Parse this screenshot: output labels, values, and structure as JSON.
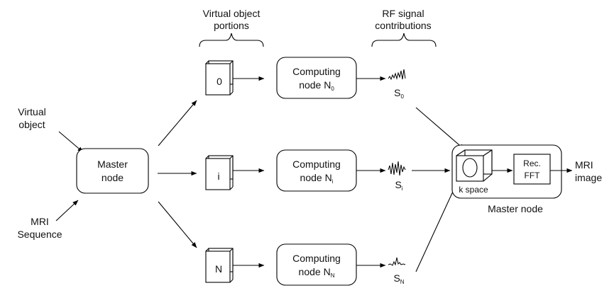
{
  "headers": {
    "portions_line1": "Virtual object",
    "portions_line2": "portions",
    "rf_line1": "RF signal",
    "rf_line2": "contributions"
  },
  "inputs": {
    "virtual_line1": "Virtual",
    "virtual_line2": "object",
    "mri_line1": "MRI",
    "mri_line2": "Sequence"
  },
  "master_node": {
    "line1": "Master",
    "line2": "node"
  },
  "portions": [
    {
      "label": "0"
    },
    {
      "label": "i"
    },
    {
      "label": "N"
    }
  ],
  "computing_nodes": [
    {
      "line1": "Computing",
      "line2_prefix": "node N",
      "subscript": "0"
    },
    {
      "line1": "Computing",
      "line2_prefix": "node N",
      "subscript": "i"
    },
    {
      "line1": "Computing",
      "line2_prefix": "node N",
      "subscript": "N"
    }
  ],
  "signals": [
    {
      "label": "S",
      "subscript": "0"
    },
    {
      "label": "S",
      "subscript": "i"
    },
    {
      "label": "S",
      "subscript": "N"
    }
  ],
  "recon": {
    "kspace_label": "k space",
    "fft_line1": "Rec.",
    "fft_line2": "FFT",
    "caption": "Master node"
  },
  "output": {
    "line1": "MRI",
    "line2": "image"
  }
}
